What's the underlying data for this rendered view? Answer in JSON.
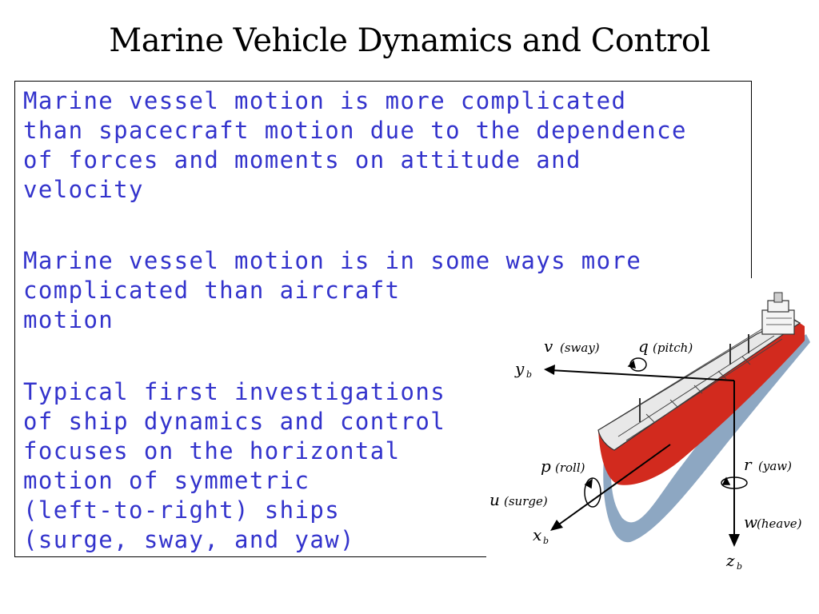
{
  "slide": {
    "title": "Marine Vehicle Dynamics and Control"
  },
  "body": {
    "paragraph_1": [
      "Marine vessel motion is more complicated",
      "than spacecraft motion due to the dependence",
      "of forces and moments on attitude and",
      "velocity"
    ],
    "paragraph_2": [
      "Marine vessel motion is in some ways more",
      "complicated than aircraft",
      "motion"
    ],
    "paragraph_3": [
      "Typical first investigations",
      "of ship dynamics and control",
      "focuses on the horizontal",
      "motion of symmetric",
      "(left-to-right) ships",
      "(surge, sway, and yaw)"
    ]
  },
  "diagram": {
    "labels": {
      "v": "v",
      "sway": "(sway)",
      "q": "q",
      "pitch": "(pitch)",
      "y": "y",
      "y_sub": "b",
      "p": "p",
      "roll": "(roll)",
      "r": "r",
      "yaw": "(yaw)",
      "u": "u",
      "surge": "(surge)",
      "x": "x",
      "x_sub": "b",
      "w": "w",
      "heave": "(heave)",
      "z": "z",
      "z_sub": "b"
    },
    "colors": {
      "text": "#3333cc",
      "hull_red": "#d22a1e",
      "deck": "#e8e8e8",
      "water": "#2f5f8f"
    }
  }
}
